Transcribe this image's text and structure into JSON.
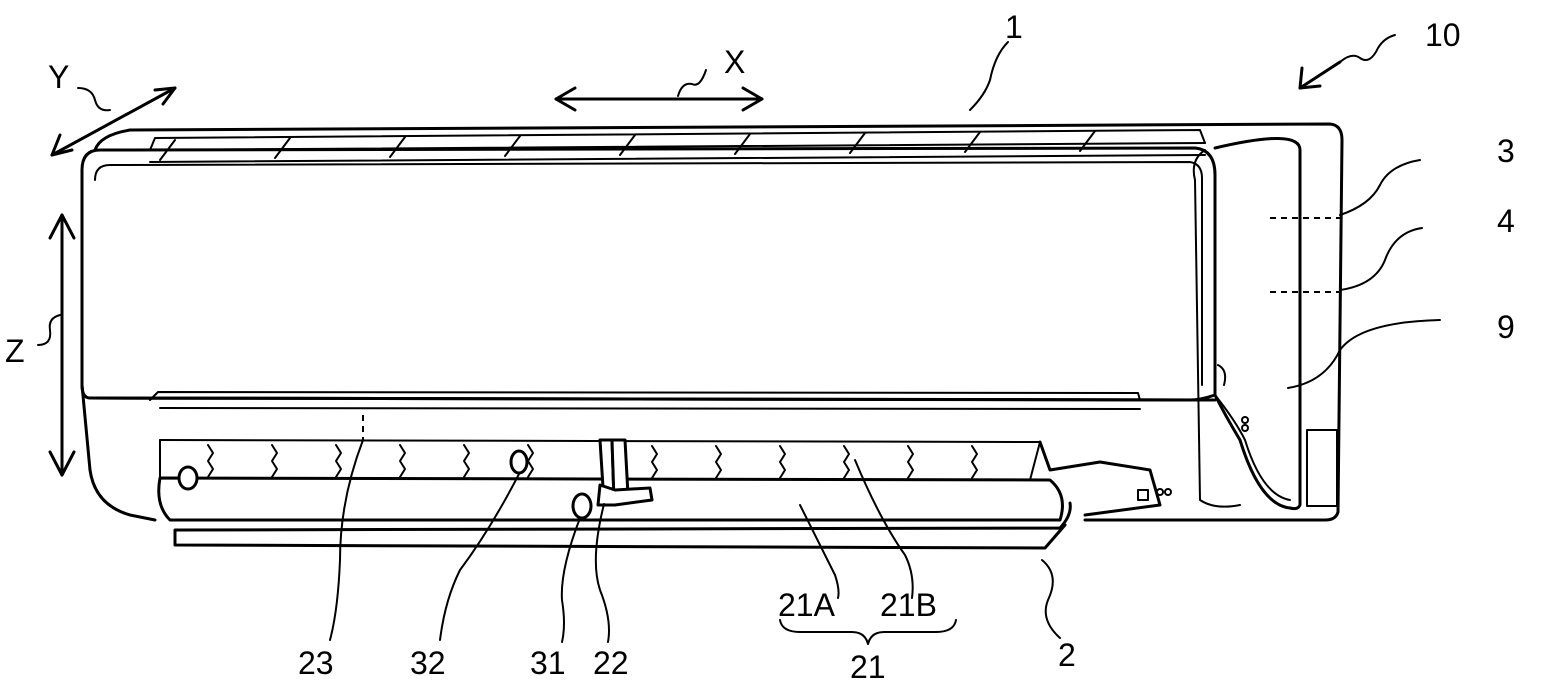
{
  "labels": {
    "unit": "10",
    "casing": "1",
    "axis_x": "X",
    "axis_y": "Y",
    "axis_z": "Z",
    "part_3": "3",
    "part_4": "4",
    "part_9": "9",
    "part_2": "2",
    "part_21": "21",
    "part_21a": "21A",
    "part_21b": "21B",
    "part_22": "22",
    "part_23": "23",
    "part_31": "31",
    "part_32": "32"
  }
}
